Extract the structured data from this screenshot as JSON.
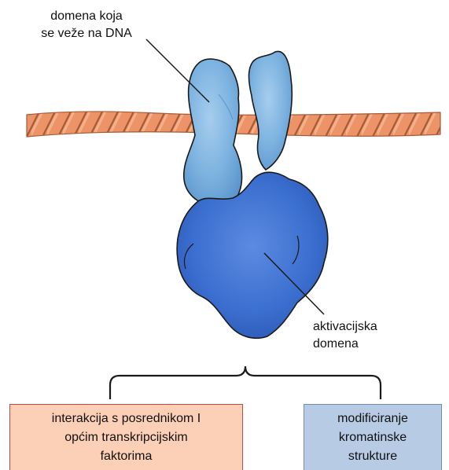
{
  "labels": {
    "dna_binding_domain": "domena koja\nse veže na DNA",
    "activation_domain": "aktivacijska\ndomena"
  },
  "boxes": {
    "left": "interakcija s posrednikom I\nopćim transkripcijskim\nfaktorima",
    "right": "modificiranje\nkromatinske\nstrukture"
  },
  "colors": {
    "dna_rope": "#ec9468",
    "dna_binding_domain": "#7db3e0",
    "activation_domain": "#3b6fd0",
    "left_box_fill": "#fbd0b6",
    "left_box_border": "#d14444",
    "right_box_fill": "#b7cbe4",
    "right_box_border": "#6f8fb8"
  }
}
